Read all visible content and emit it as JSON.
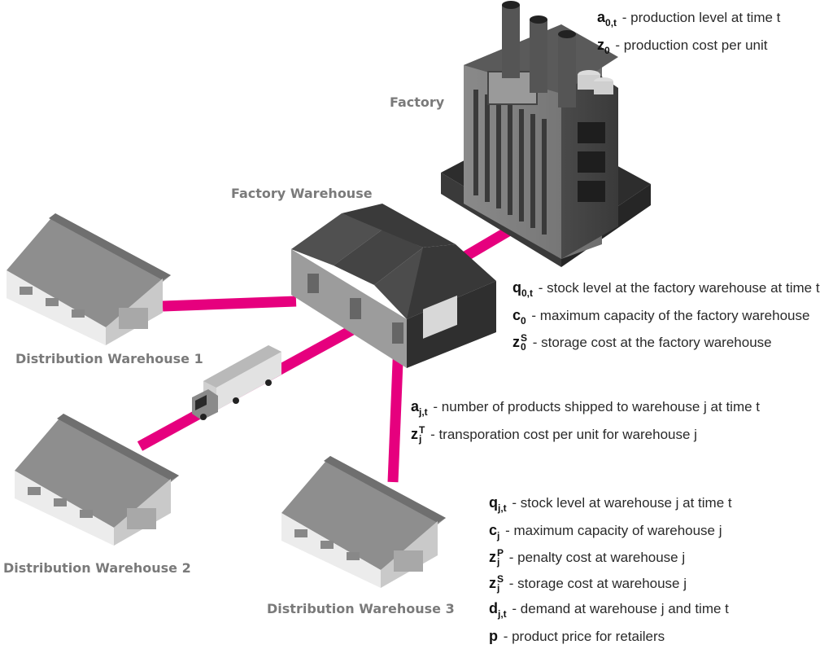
{
  "labels": {
    "factory": "Factory",
    "factory_warehouse": "Factory Warehouse",
    "dw1": "Distribution Warehouse 1",
    "dw2": "Distribution Warehouse 2",
    "dw3": "Distribution Warehouse 3"
  },
  "legend_factory": [
    {
      "sym": "a",
      "sub": "0,t",
      "text": "- production level at time t"
    },
    {
      "sym": "z",
      "sub": "0",
      "text": "- production cost per unit"
    }
  ],
  "legend_fw": [
    {
      "sym": "q",
      "sub": "0,t",
      "text": "- stock level at the factory warehouse at time t"
    },
    {
      "sym": "c",
      "sub": "0",
      "text": "- maximum capacity of the factory warehouse"
    },
    {
      "sym": "z",
      "sup": "S",
      "sub": "0",
      "text": "- storage cost at the factory warehouse"
    }
  ],
  "legend_ship": [
    {
      "sym": "a",
      "sub": "j,t",
      "text": "- number of products shipped to warehouse j at time t"
    },
    {
      "sym": "z",
      "sup": "T",
      "sub": "j",
      "text": "- transporation cost per unit for warehouse j"
    }
  ],
  "legend_dw": [
    {
      "sym": "q",
      "sub": "j,t",
      "text": "- stock level at warehouse j at time t"
    },
    {
      "sym": "c",
      "sub": "j",
      "text": "- maximum capacity of warehouse j"
    },
    {
      "sym": "z",
      "sup": "P",
      "sub": "j",
      "text": "- penalty cost at warehouse j"
    },
    {
      "sym": "z",
      "sup": "S",
      "sub": "j",
      "text": "- storage cost at warehouse j"
    },
    {
      "sym": "d",
      "sub": "j,t",
      "text": "- demand at warehouse j and time t"
    },
    {
      "sym": "p",
      "text": "- product price for retailers"
    }
  ],
  "colors": {
    "link": "#e6007e",
    "label": "#7a7a7a"
  }
}
